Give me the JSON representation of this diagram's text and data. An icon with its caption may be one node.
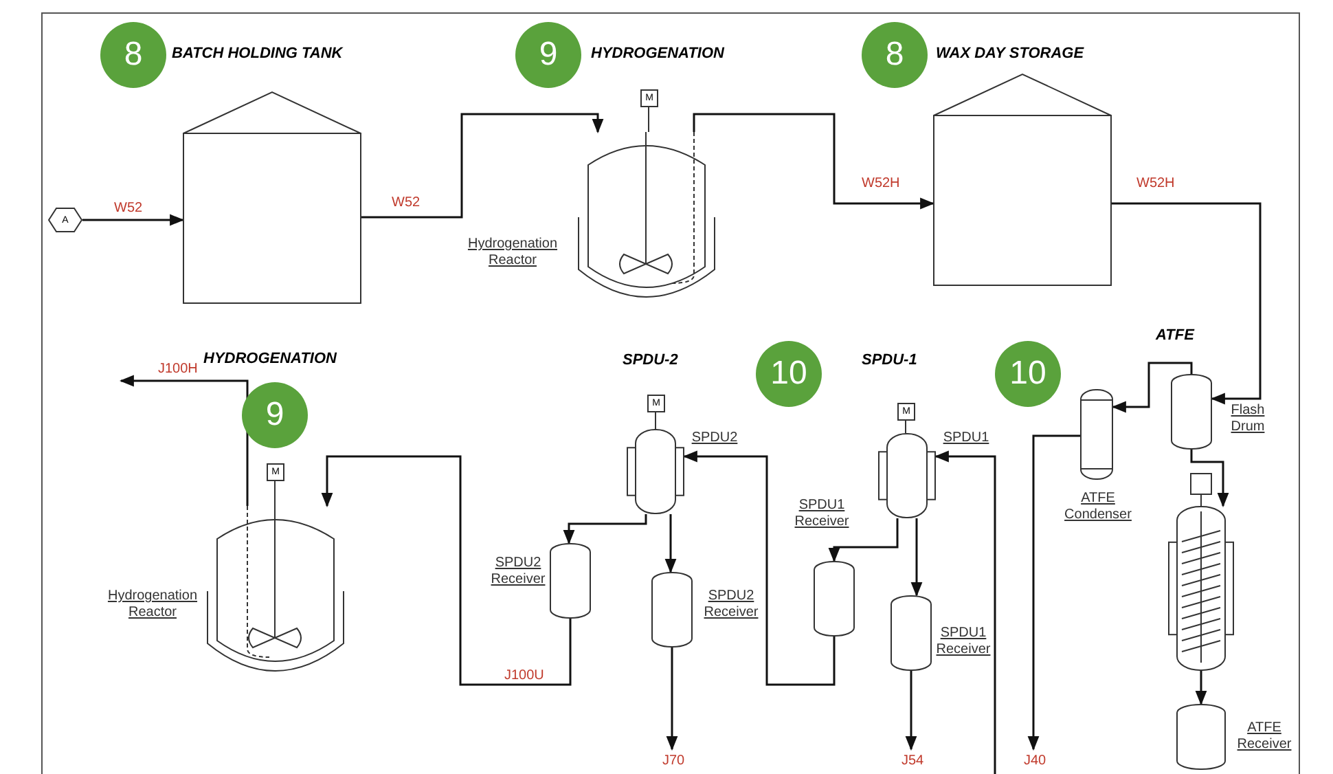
{
  "diagram": {
    "nodes": [
      {
        "text": [
          "8"
        ],
        "beside": [
          "BATCH HOLDING TANK"
        ]
      },
      {
        "text": [
          "9"
        ],
        "beside": [
          "HYDROGENATION"
        ]
      },
      {
        "text": [
          "8"
        ],
        "beside": [
          "WAX DAY STORAGE"
        ]
      },
      {
        "text": [
          "A"
        ]
      },
      {
        "text": [],
        "shape": "tank"
      },
      {
        "text": [],
        "shape": "vessel",
        "beside": [
          "Hydrogenation Reactor"
        ]
      },
      {
        "text": [],
        "shape": "tank"
      },
      {
        "text": [
          "9"
        ],
        "beside": [
          "HYDROGENATION"
        ]
      },
      {
        "text": [
          "10"
        ]
      },
      {
        "text": [
          "10"
        ]
      },
      {
        "text": [],
        "shape": "vessel",
        "beside": [
          "Hydrogenation Reactor"
        ]
      },
      {
        "text": [],
        "shape": "column",
        "beside": [
          "SPDU2"
        ]
      },
      {
        "text": [],
        "shape": "drum",
        "beside": [
          "SPDU2 Receiver"
        ]
      },
      {
        "text": [],
        "shape": "drum",
        "beside": [
          "SPDU2 Receiver"
        ]
      },
      {
        "text": [],
        "shape": "column",
        "beside": [
          "SPDU1"
        ]
      },
      {
        "text": [],
        "shape": "drum",
        "beside": [
          "SPDU1 Receiver"
        ]
      },
      {
        "text": [],
        "shape": "drum",
        "beside": [
          "SPDU1 Receiver"
        ]
      },
      {
        "text": [],
        "shape": "cylinder",
        "beside": [
          "ATFE Condenser"
        ]
      },
      {
        "text": [],
        "shape": "drum",
        "beside": [
          "Flash Drum"
        ]
      },
      {
        "text": [],
        "shape": "column"
      },
      {
        "text": [],
        "shape": "drum",
        "beside": [
          "ATFE Receiver"
        ]
      },
      {
        "text": [
          "M"
        ]
      },
      {
        "text": [
          "M"
        ]
      },
      {
        "text": [
          "M"
        ]
      },
      {
        "text": [
          "M"
        ]
      },
      {
        "text": [],
        "shape": "box"
      }
    ],
    "edges": [
      {
        "from": 3,
        "to": 4,
        "arrow": "to",
        "label": "W52"
      },
      {
        "from": 4,
        "to": 5,
        "arrow": "to",
        "label": "W52"
      },
      {
        "from": 5,
        "to": 6,
        "arrow": "to",
        "label": "W52H"
      },
      {
        "from": 6,
        "to": 18,
        "arrow": "to",
        "label": "W52H"
      },
      {
        "from": 10,
        "to": null,
        "arrow": "to",
        "label": "J100H"
      },
      {
        "from": 12,
        "to": 10,
        "arrow": "to",
        "label": "J100U"
      },
      {
        "from": 11,
        "to": 12,
        "arrow": "to"
      },
      {
        "from": 11,
        "to": 13,
        "arrow": "to"
      },
      {
        "from": 13,
        "to": null,
        "arrow": "to",
        "label": "J70"
      },
      {
        "from": 15,
        "to": 11,
        "arrow": "to"
      },
      {
        "from": 14,
        "to": 15,
        "arrow": "to"
      },
      {
        "from": 14,
        "to": 16,
        "arrow": "to"
      },
      {
        "from": 16,
        "to": null,
        "arrow": "to",
        "label": "J54"
      },
      {
        "from": null,
        "to": 14,
        "arrow": "to"
      },
      {
        "from": 18,
        "to": 17,
        "arrow": "to"
      },
      {
        "from": 17,
        "to": null,
        "arrow": "to",
        "label": "J40"
      },
      {
        "from": 18,
        "to": 19,
        "arrow": "to"
      },
      {
        "from": 19,
        "to": 20,
        "arrow": "to"
      },
      {
        "from": 21,
        "to": 5,
        "arrow": "none"
      },
      {
        "from": 22,
        "to": 10,
        "arrow": "none"
      },
      {
        "from": 23,
        "to": 11,
        "arrow": "none"
      },
      {
        "from": 24,
        "to": 14,
        "arrow": "none"
      },
      {
        "from": 25,
        "to": 19,
        "arrow": "none"
      }
    ],
    "labels": [
      "SPDU-2",
      "SPDU-1",
      "ATFE"
    ]
  }
}
